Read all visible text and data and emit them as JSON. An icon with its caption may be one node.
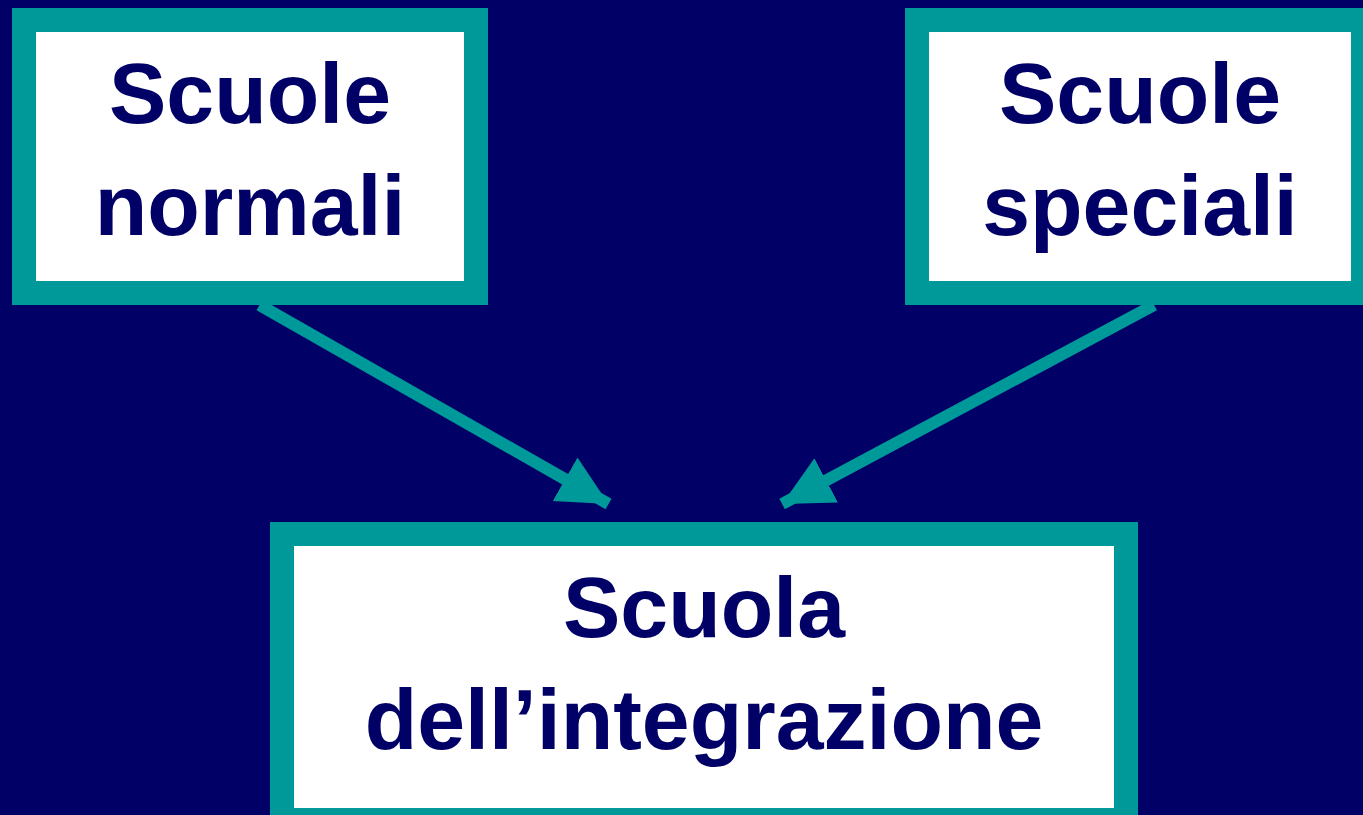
{
  "diagram": {
    "nodes": [
      {
        "text": [
          "Scuole normali"
        ]
      },
      {
        "text": [
          "Scuole speciali"
        ]
      },
      {
        "text": [
          "Scuola dell’integrazione"
        ]
      }
    ],
    "edges": [
      {
        "from": 0,
        "to": 2,
        "arrow": "to"
      },
      {
        "from": 1,
        "to": 2,
        "arrow": "to"
      }
    ]
  }
}
